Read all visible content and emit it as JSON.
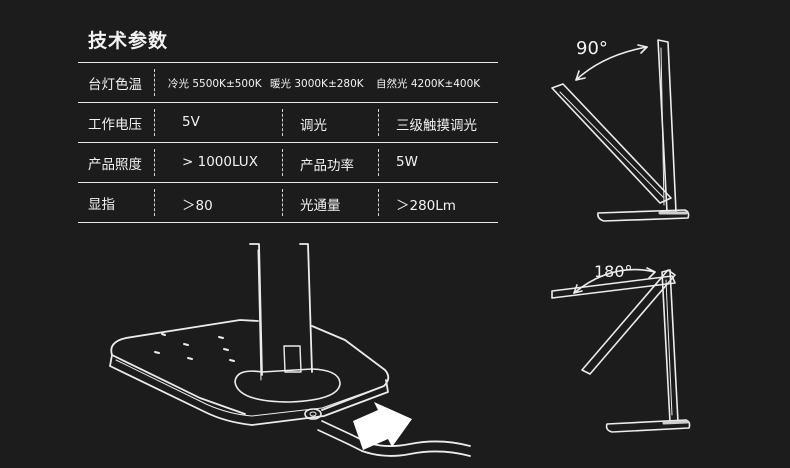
{
  "title": "技术参数",
  "specs": {
    "color_temp": {
      "label": "台灯色温",
      "cold": "冷光 5500K±500K",
      "warm": "暖光 3000K±280K",
      "natural": "自然光 4200K±400K"
    },
    "voltage": {
      "label": "工作电压",
      "value": "5V",
      "label2": "调光",
      "value2": "三级触摸调光"
    },
    "illuminance": {
      "label": "产品照度",
      "value": "> 1000LUX",
      "label2": "产品功率",
      "value2": "5W"
    },
    "cri": {
      "label": "显指",
      "value": "＞80",
      "label2": "光通量",
      "value2": "＞280Lm"
    }
  },
  "angles": {
    "top": "90°",
    "bottom": "180°"
  }
}
